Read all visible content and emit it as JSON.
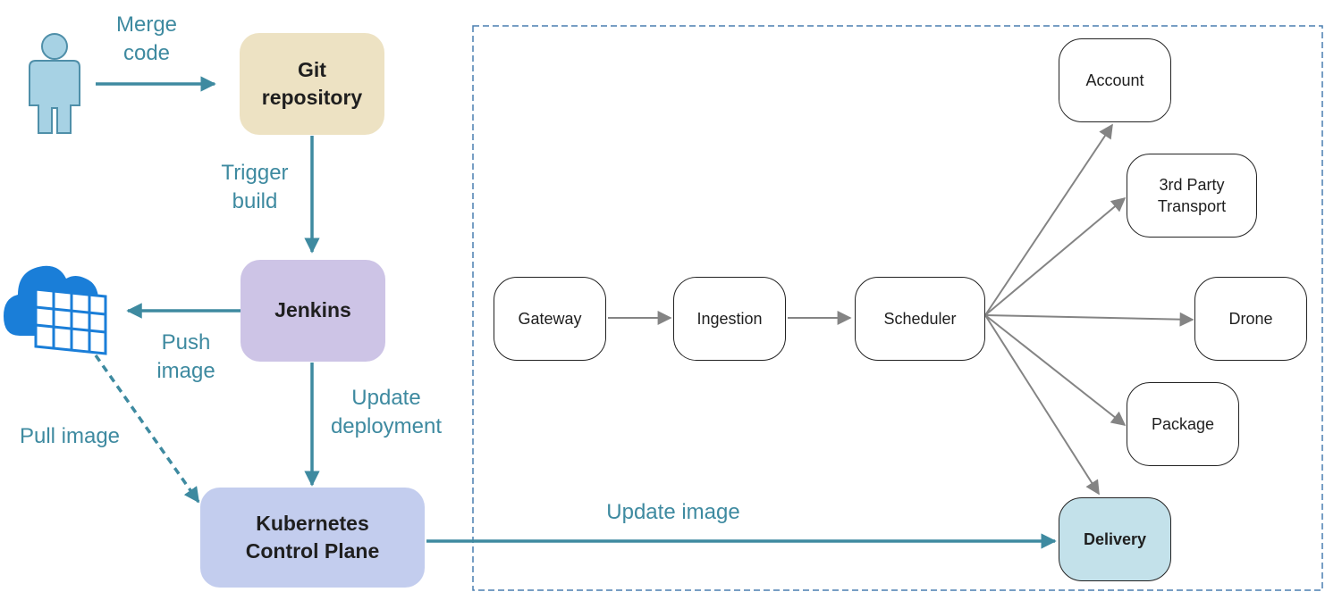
{
  "colors": {
    "git_fill": "#ede2c3",
    "jenkins_fill": "#cdc4e6",
    "k8s_fill": "#c3cdee",
    "delivery_fill": "#c3e1ea",
    "accent": "#3e8aa0",
    "service_arrow": "#848484",
    "container_dashed": "#4a7fb0"
  },
  "icons": {
    "user": "person-icon",
    "registry": "container-registry-icon"
  },
  "pipeline": {
    "git": "Git\nrepository",
    "jenkins": "Jenkins",
    "k8s": "Kubernetes\nControl Plane"
  },
  "labels": {
    "merge": "Merge\ncode",
    "trigger": "Trigger\nbuild",
    "push": "Push\nimage",
    "pull": "Pull image",
    "update_deployment": "Update\ndeployment",
    "update_image": "Update image"
  },
  "services": {
    "gateway": "Gateway",
    "ingestion": "Ingestion",
    "scheduler": "Scheduler",
    "account": "Account",
    "third_party": "3rd Party\nTransport",
    "drone": "Drone",
    "package": "Package",
    "delivery": "Delivery"
  }
}
